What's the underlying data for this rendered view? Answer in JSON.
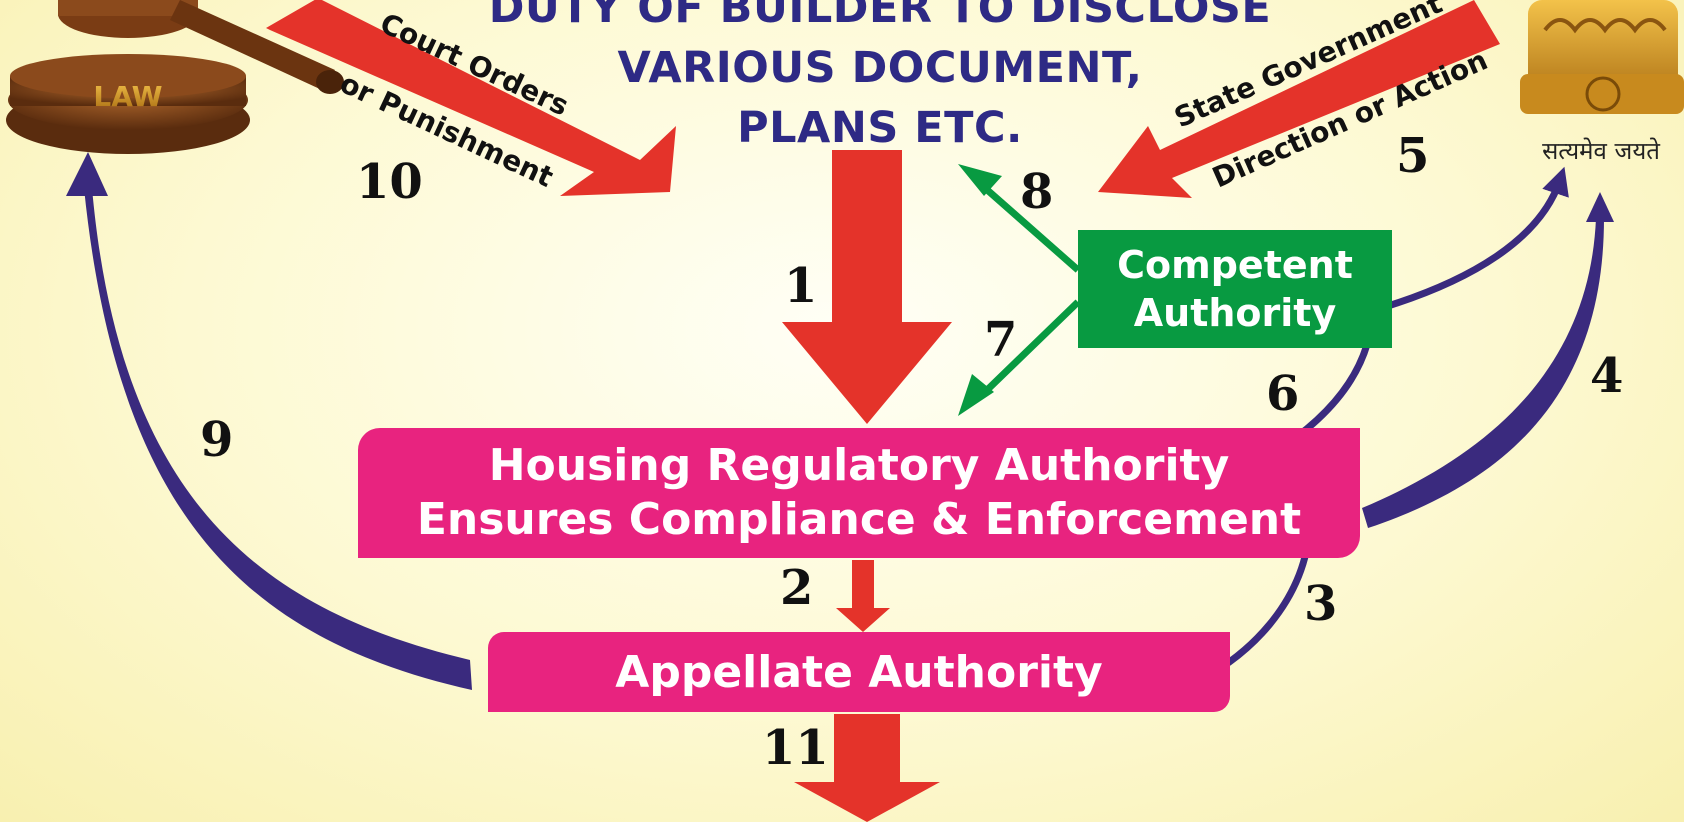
{
  "title_lines": [
    "DUTY OF BUILDER TO DISCLOSE",
    "VARIOUS DOCUMENT,",
    "PLANS ETC."
  ],
  "boxes": {
    "housing_line1": "Housing Regulatory Authority",
    "housing_line2": "Ensures Compliance & Enforcement",
    "appellate": "Appellate Authority",
    "competent_line1": "Competent",
    "competent_line2": "Authority"
  },
  "arrow_labels": {
    "court_line1": "Court Orders",
    "court_line2": "or Punishment",
    "state_line1": "State Government",
    "state_line2": "Direction or Action"
  },
  "numbers": {
    "n1": "1",
    "n2": "2",
    "n3": "3",
    "n4": "4",
    "n5": "5",
    "n6": "6",
    "n7": "7",
    "n8": "8",
    "n9": "9",
    "n10": "10",
    "n11": "11"
  },
  "gavel_label": "LAW",
  "emblem_motto": "सत्यमेव जयते",
  "colors": {
    "red_arrow": "#e4332a",
    "purple_arrow": "#3a2a7e",
    "green_arrow": "#089a41",
    "pink_box": "#e8237f",
    "green_box": "#089a41",
    "title": "#2e2a85"
  }
}
